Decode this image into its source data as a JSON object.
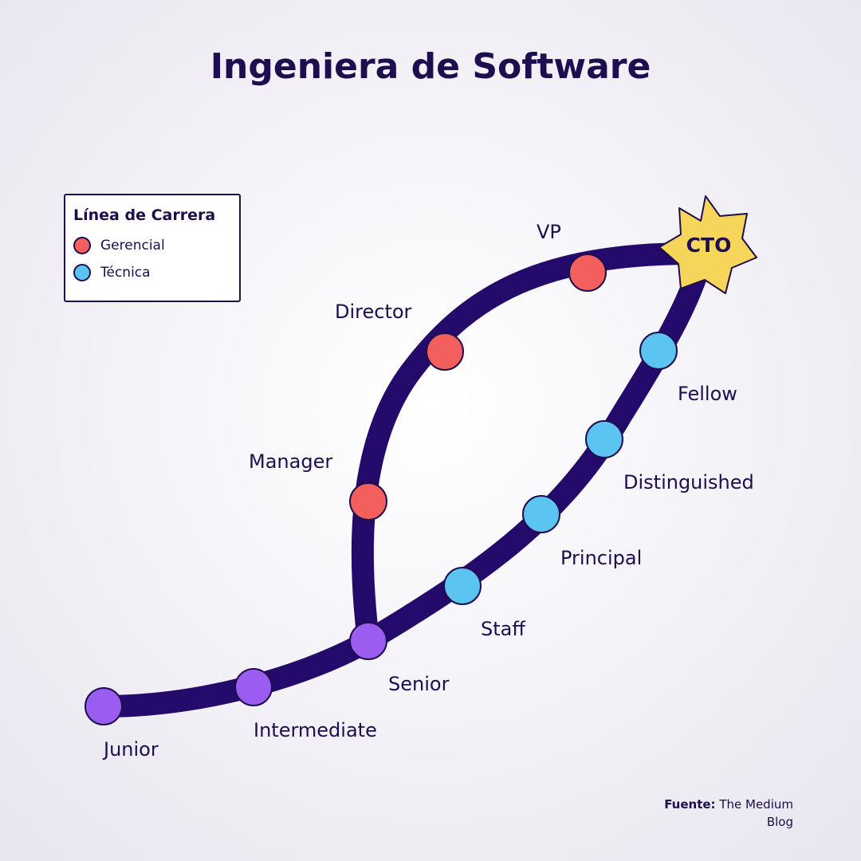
{
  "title": "Ingeniera de Software",
  "legend": {
    "title": "Línea de Carrera",
    "items": [
      {
        "label": "Gerencial",
        "color": "#f25f5c"
      },
      {
        "label": "Técnica",
        "color": "#5bc4f1"
      }
    ]
  },
  "colors": {
    "path": "#240a6a",
    "entry": "#9b5cf0",
    "management": "#f25f5c",
    "technical": "#5bc4f1",
    "star": "#f5d65a",
    "text": "#1e0d4f"
  },
  "nodes": {
    "junior": "Junior",
    "intermediate": "Intermediate",
    "senior": "Senior",
    "manager": "Manager",
    "director": "Director",
    "vp": "VP",
    "staff": "Staff",
    "principal": "Principal",
    "distinguished": "Distinguished",
    "fellow": "Fellow",
    "cto": "CTO"
  },
  "source": {
    "prefix": "Fuente:",
    "text": "The Medium Blog"
  }
}
